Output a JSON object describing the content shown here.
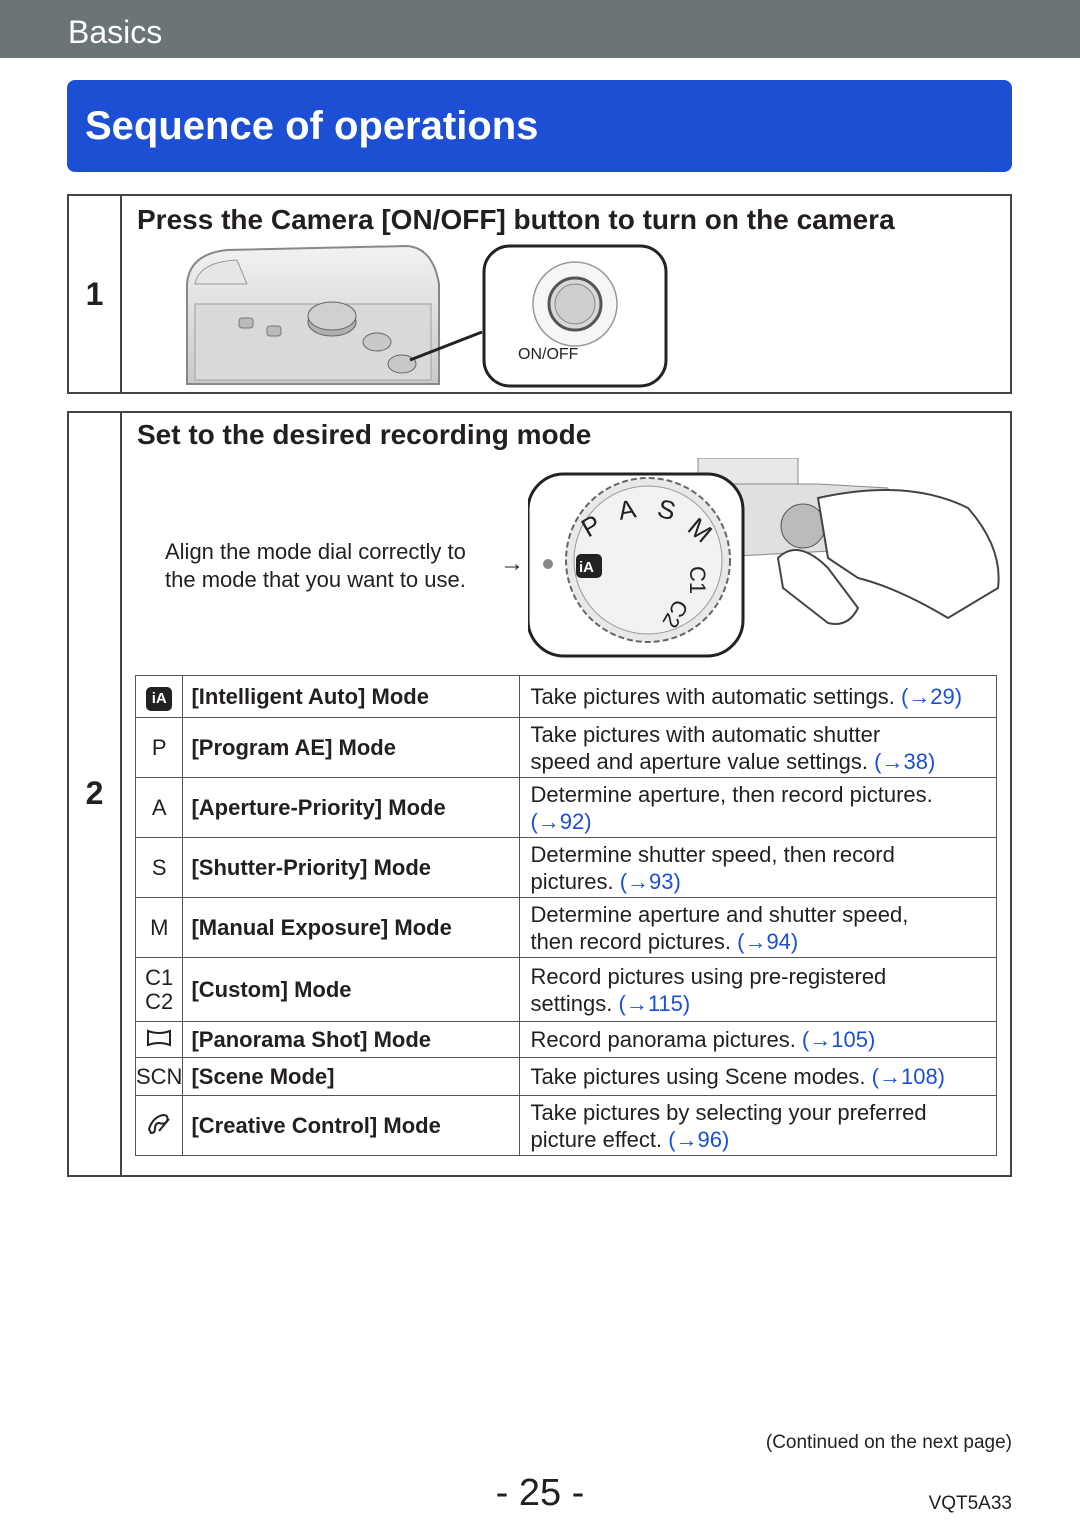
{
  "section": "Basics",
  "title": "Sequence of operations",
  "step1": {
    "number": "1",
    "heading": "Press the Camera [ON/OFF] button to turn on the camera",
    "button_label": "ON/OFF"
  },
  "step2": {
    "number": "2",
    "heading": "Set to the desired recording mode",
    "hint_line1": "Align the mode dial correctly to",
    "hint_line2": "the mode that you want to use.",
    "arrow": "→"
  },
  "modes": [
    {
      "icon": "iA",
      "name": "[Intelligent Auto] Mode",
      "desc": [
        "Take pictures with automatic settings. "
      ],
      "ref": "(→29)"
    },
    {
      "icon": "P",
      "name": "[Program AE] Mode",
      "desc": [
        "Take pictures with automatic shutter",
        "speed and aperture value settings. "
      ],
      "ref": "(→38)"
    },
    {
      "icon": "A",
      "name": "[Aperture-Priority] Mode",
      "desc": [
        "Determine aperture, then record pictures.",
        ""
      ],
      "ref": "(→92)"
    },
    {
      "icon": "S",
      "name": "[Shutter-Priority] Mode",
      "desc": [
        "Determine shutter speed, then record",
        "pictures. "
      ],
      "ref": "(→93)"
    },
    {
      "icon": "M",
      "name": "[Manual Exposure] Mode",
      "desc": [
        "Determine aperture and shutter speed,",
        "then record pictures. "
      ],
      "ref": "(→94)"
    },
    {
      "icon": "C1 C2",
      "name": "[Custom] Mode",
      "desc": [
        "Record pictures using pre-registered",
        "settings. "
      ],
      "ref": "(→115)"
    },
    {
      "icon": "panorama",
      "name": "[Panorama Shot] Mode",
      "desc": [
        "Record panorama pictures. "
      ],
      "ref": "(→105)"
    },
    {
      "icon": "SCN",
      "name": "[Scene Mode]",
      "desc": [
        "Take pictures using Scene modes. "
      ],
      "ref": "(→108)"
    },
    {
      "icon": "creative",
      "name": "[Creative Control] Mode",
      "desc": [
        "Take pictures by selecting your preferred",
        "picture effect. "
      ],
      "ref": "(→96)"
    }
  ],
  "footer": {
    "continued": "(Continued on the next page)",
    "page": "- 25 -",
    "model": "VQT5A33"
  },
  "colors": {
    "accent": "#1c4fd3",
    "section_bar": "#6b7577"
  }
}
